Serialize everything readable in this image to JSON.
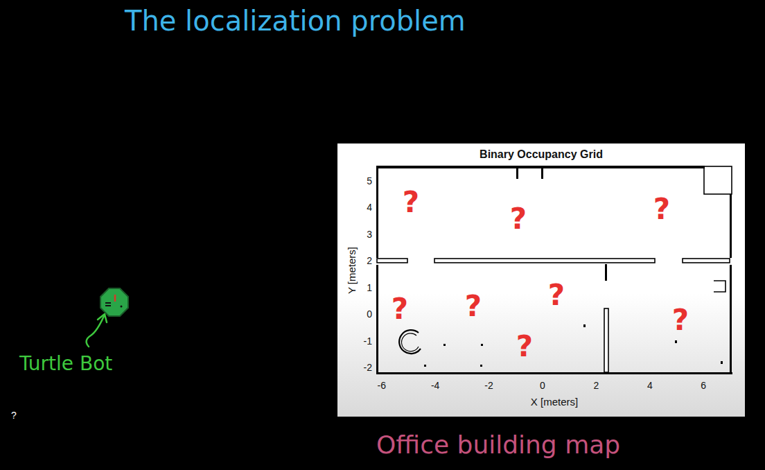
{
  "diagram": {
    "title": "The localization problem",
    "nodes": [
      {
        "text": [
          "Binary Occupancy Grid"
        ]
      }
    ],
    "labels": [
      "Turtle Bot",
      "Office building map",
      "Y [meters]",
      "X [meters]",
      "5",
      "4",
      "3",
      "2",
      "1",
      "0",
      "-1",
      "-2",
      "-6",
      "-4",
      "-2",
      "0",
      "2",
      "4",
      "6",
      "?",
      "?",
      "?",
      "?",
      "?",
      "?",
      "?",
      "?",
      "?"
    ]
  }
}
